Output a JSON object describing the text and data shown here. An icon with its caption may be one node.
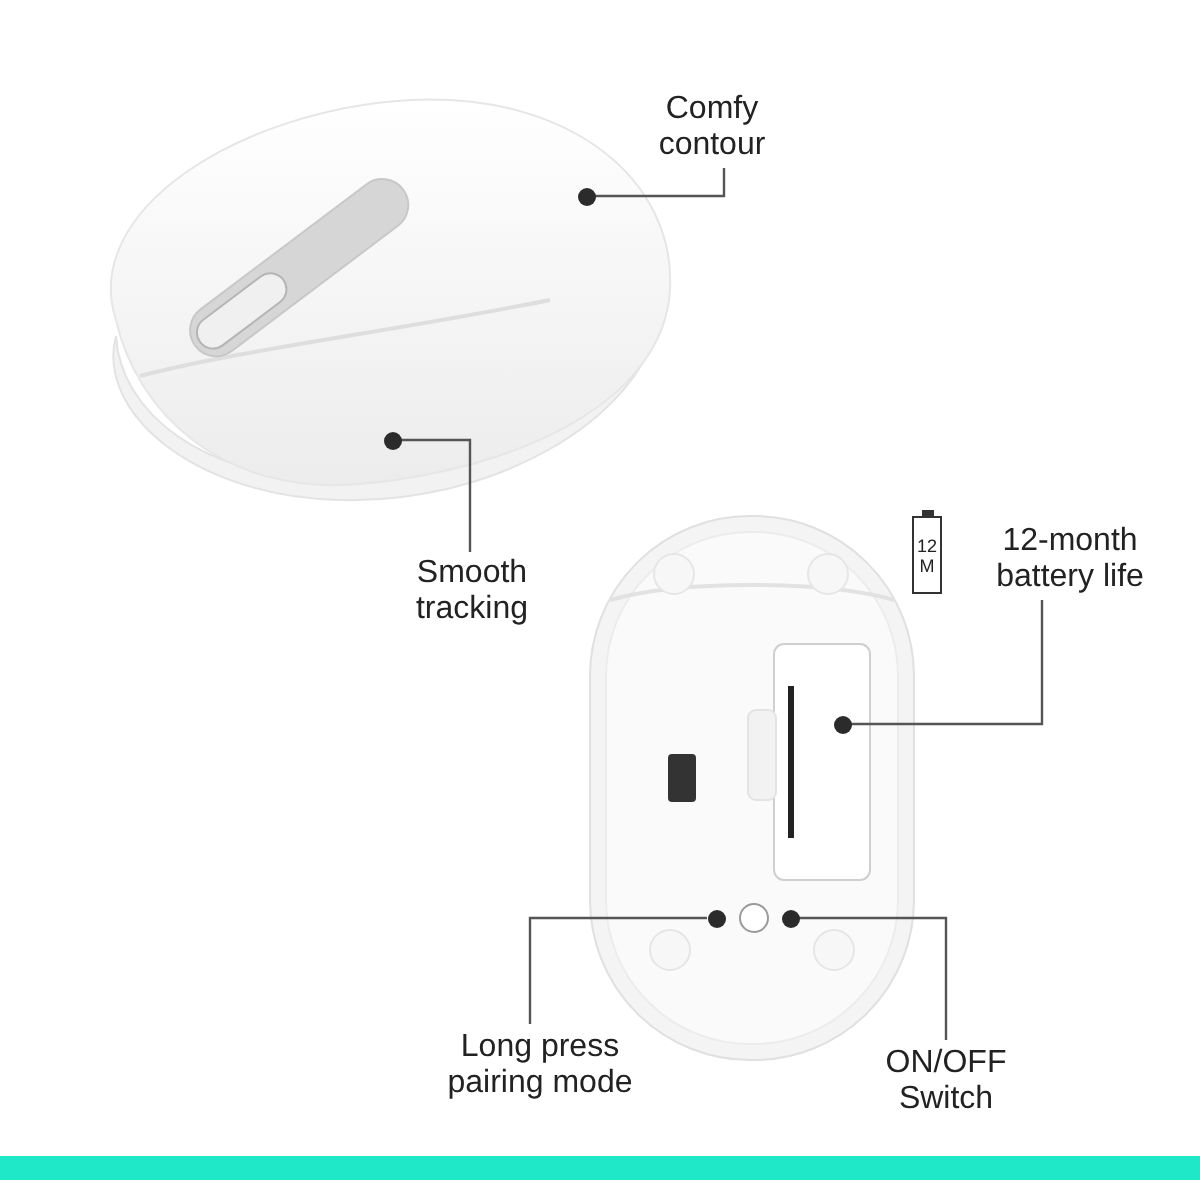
{
  "diagram": {
    "nodes": [
      {
        "text": [
          "Comfy contour"
        ]
      },
      {
        "text": [],
        "shape": "circle"
      },
      {
        "text": [
          "Smooth tracking"
        ]
      },
      {
        "text": [],
        "shape": "circle"
      },
      {
        "text": [
          "12-month battery life"
        ]
      },
      {
        "text": [],
        "shape": "circle"
      },
      {
        "text": [
          "Long press pairing mode"
        ]
      },
      {
        "text": [],
        "shape": "circle"
      },
      {
        "text": [
          "ON/OFF Switch"
        ]
      },
      {
        "text": [],
        "shape": "circle"
      }
    ],
    "edges": [
      {
        "from": 0,
        "to": 1,
        "arrow": "none"
      },
      {
        "from": 2,
        "to": 3,
        "arrow": "none"
      },
      {
        "from": 4,
        "to": 5,
        "arrow": "none"
      },
      {
        "from": 6,
        "to": 7,
        "arrow": "none"
      },
      {
        "from": 8,
        "to": 9,
        "arrow": "none"
      }
    ],
    "labels": [
      "12 M"
    ]
  }
}
